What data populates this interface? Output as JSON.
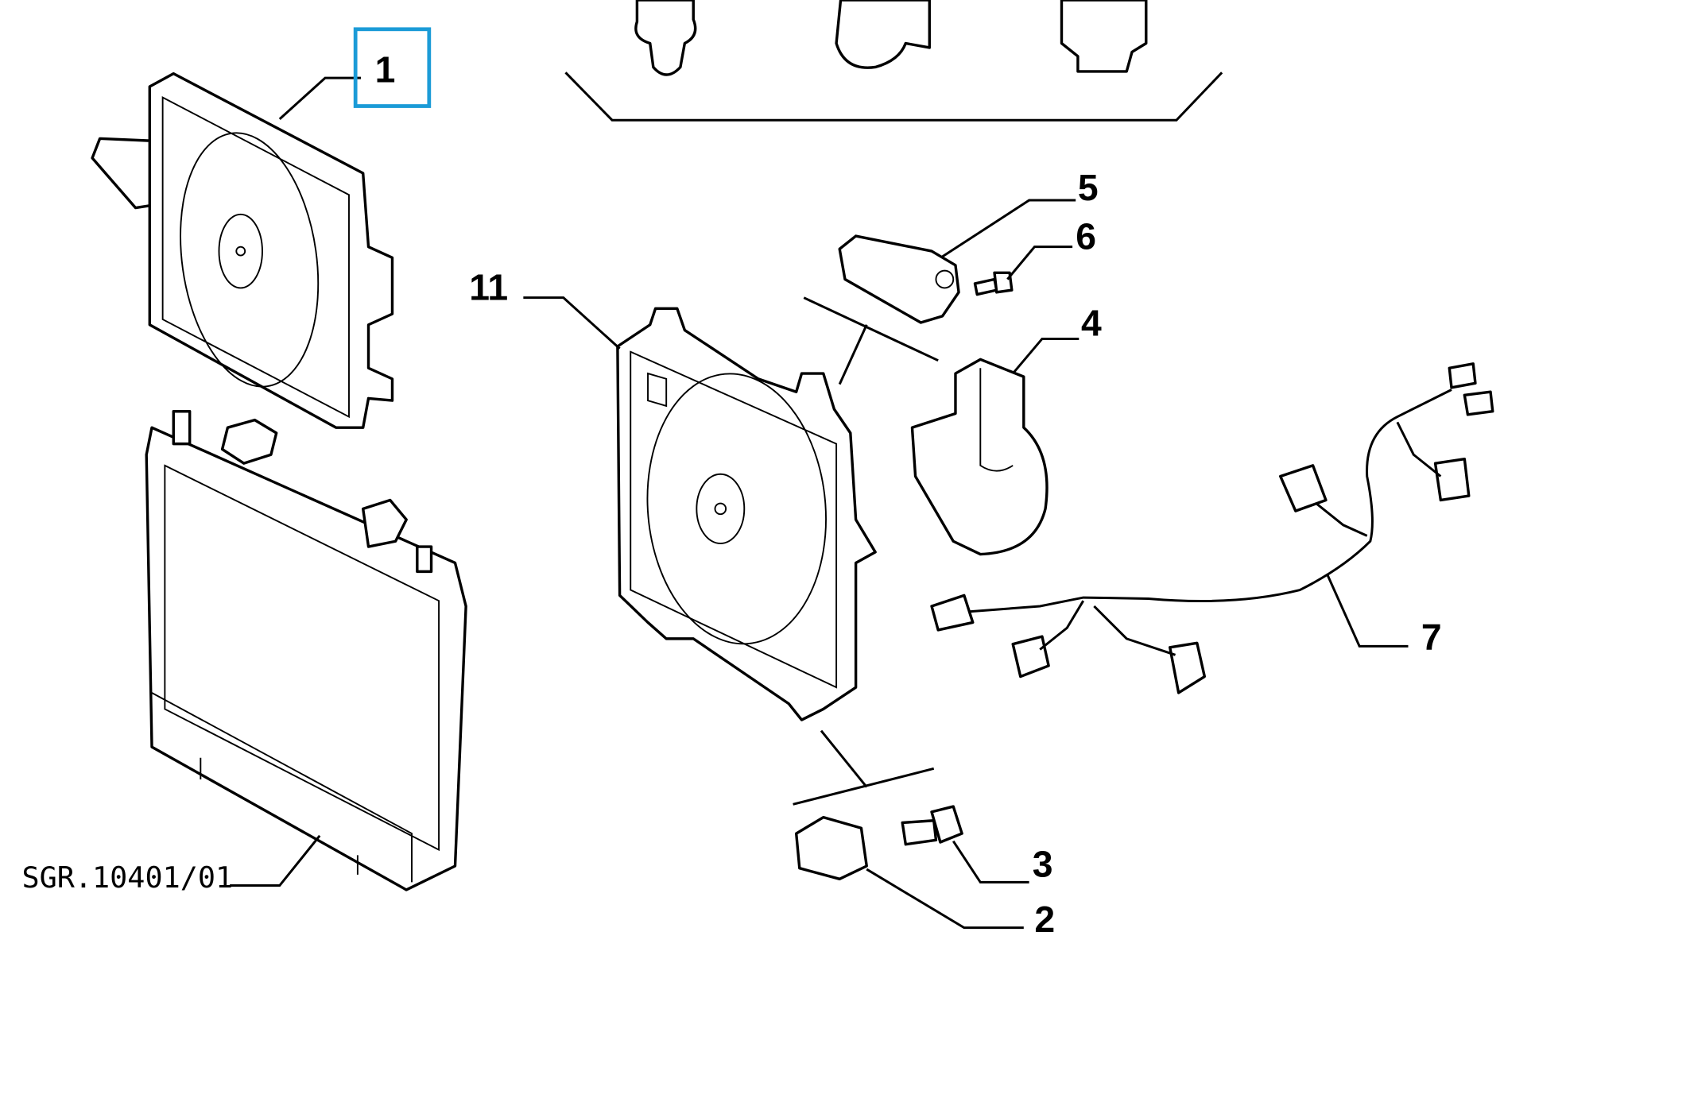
{
  "diagram": {
    "reference_code": "SGR.10401/01",
    "highlight_color": "#1b9bd7",
    "callouts": {
      "part_1": "1",
      "part_2": "2",
      "part_3": "3",
      "part_4": "4",
      "part_5": "5",
      "part_6": "6",
      "part_7": "7",
      "part_11": "11"
    }
  }
}
